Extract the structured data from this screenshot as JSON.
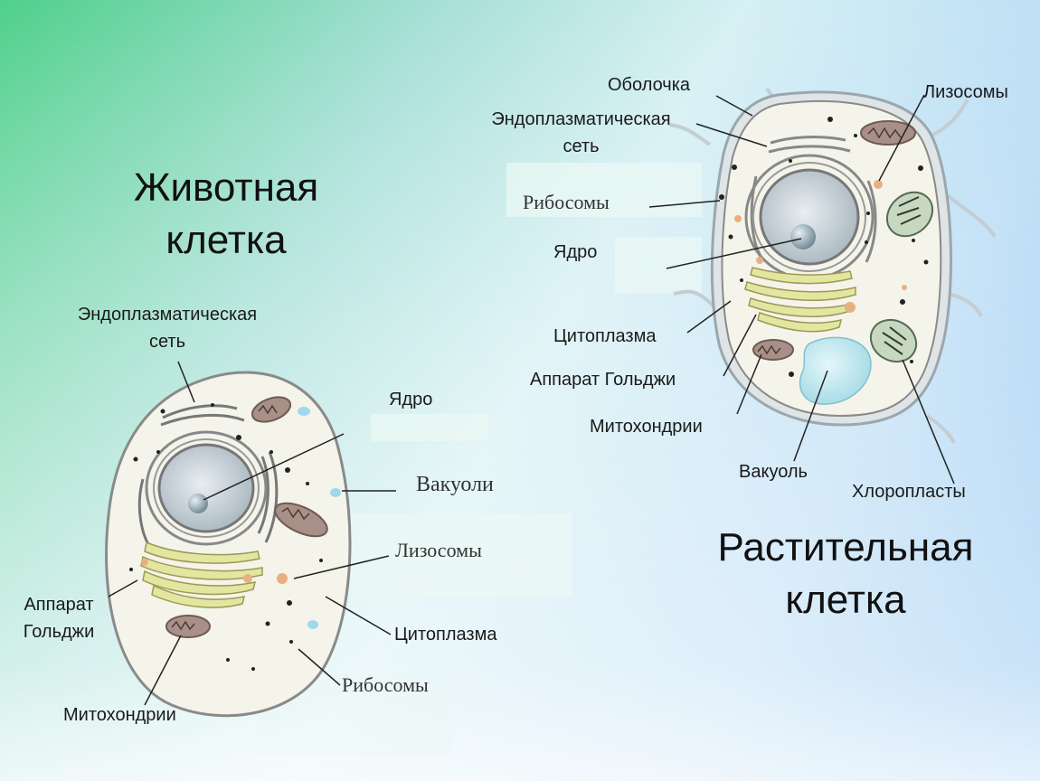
{
  "animal": {
    "title_line1": "Животная",
    "title_line2": "клетка",
    "labels": {
      "er_line1": "Эндоплазматическая",
      "er_line2": "сеть",
      "nucleus": "Ядро",
      "vacuoles": "Вакуоли",
      "lysosomes": "Лизосомы",
      "golgi_line1": "Аппарат",
      "golgi_line2": "Гольджи",
      "cytoplasm": "Цитоплазма",
      "ribosomes": "Рибосомы",
      "mitochondria": "Митохондрии"
    }
  },
  "plant": {
    "title_line1": "Растительная",
    "title_line2": "клетка",
    "labels": {
      "membrane": "Оболочка",
      "er_line1": "Эндоплазматическая",
      "er_line2": "сеть",
      "ribosomes": "Рибосомы",
      "nucleus": "Ядро",
      "cytoplasm": "Цитоплазма",
      "golgi": "Аппарат Гольджи",
      "mitochondria": "Митохондрии",
      "lysosomes": "Лизосомы",
      "vacuole": "Вакуоль",
      "chloroplasts": "Хлоропласты"
    }
  }
}
